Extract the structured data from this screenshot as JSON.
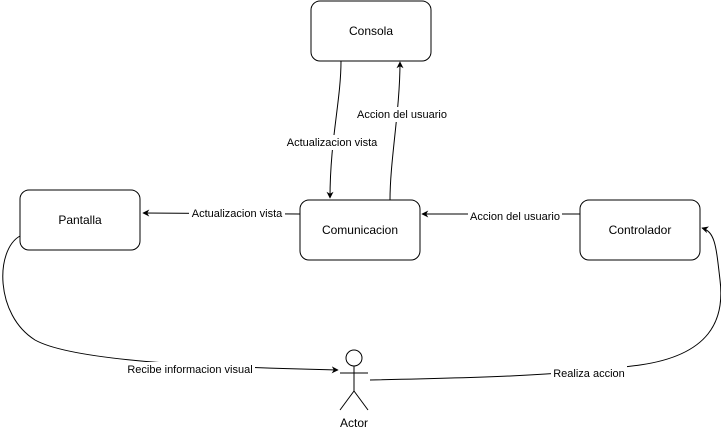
{
  "nodes": {
    "consola": {
      "label": "Consola"
    },
    "pantalla": {
      "label": "Pantalla"
    },
    "comunicacion": {
      "label": "Comunicacion"
    },
    "controlador": {
      "label": "Controlador"
    },
    "actor": {
      "label": "Actor"
    }
  },
  "edges": {
    "consola_to_comunicacion": {
      "label": "Actualizacion vista"
    },
    "comunicacion_to_consola": {
      "label": "Accion del usuario"
    },
    "comunicacion_to_pantalla": {
      "label": "Actualizacion vista"
    },
    "controlador_to_comunicacion": {
      "label": "Accion del usuario"
    },
    "pantalla_to_actor": {
      "label": "Recibe informacion visual"
    },
    "actor_to_controlador": {
      "label": "Realiza accion"
    }
  }
}
